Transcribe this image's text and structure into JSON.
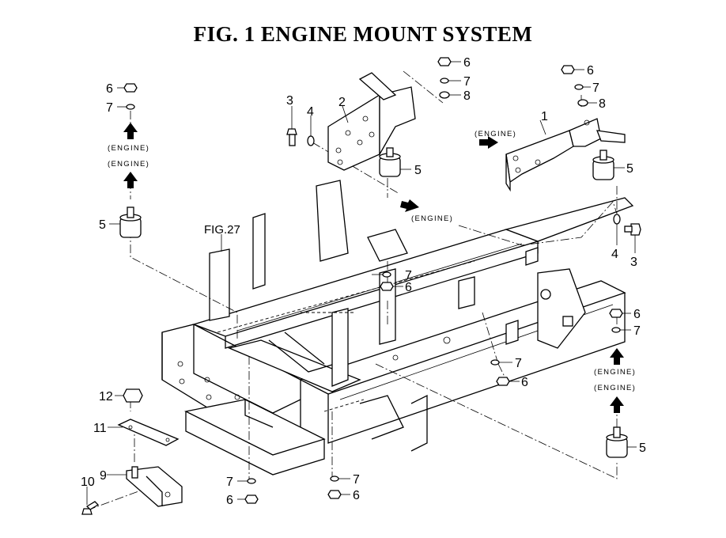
{
  "title": "FIG. 1  ENGINE MOUNT SYSTEM",
  "engine_label": "(ENGINE)",
  "fig_ref": "FIG.27",
  "callouts": {
    "c1": "1",
    "c2": "2",
    "c3a": "3",
    "c3b": "3",
    "c4a": "4",
    "c4b": "4",
    "c5a": "5",
    "c5b": "5",
    "c5c": "5",
    "c5d": "5",
    "c6a": "6",
    "c6b": "6",
    "c6c": "6",
    "c6d": "6",
    "c6e": "6",
    "c6f": "6",
    "c6g": "6",
    "c6h": "6",
    "c7a": "7",
    "c7b": "7",
    "c7c": "7",
    "c7d": "7",
    "c7e": "7",
    "c7f": "7",
    "c7g": "7",
    "c7h": "7",
    "c8a": "8",
    "c8b": "8",
    "c9": "9",
    "c10": "10",
    "c11": "11",
    "c12": "12"
  }
}
